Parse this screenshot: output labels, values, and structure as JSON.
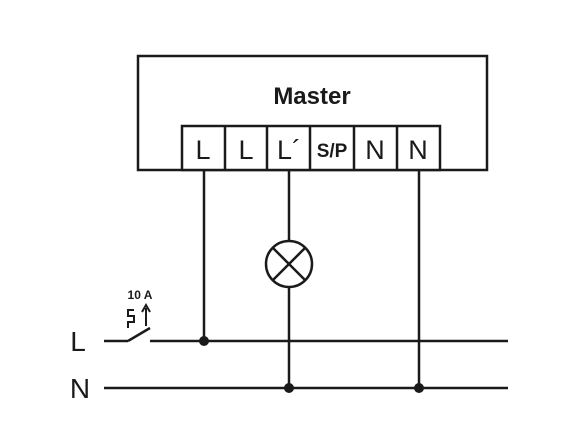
{
  "device": {
    "title": "Master",
    "terminals": [
      {
        "label": "L"
      },
      {
        "label": "L"
      },
      {
        "label": "L´"
      },
      {
        "label": "S/P"
      },
      {
        "label": "N"
      },
      {
        "label": "N"
      }
    ]
  },
  "supply": {
    "live_label": "L",
    "neutral_label": "N"
  },
  "breaker": {
    "rating": "10 A"
  },
  "load": {
    "icon": "lamp-icon"
  }
}
